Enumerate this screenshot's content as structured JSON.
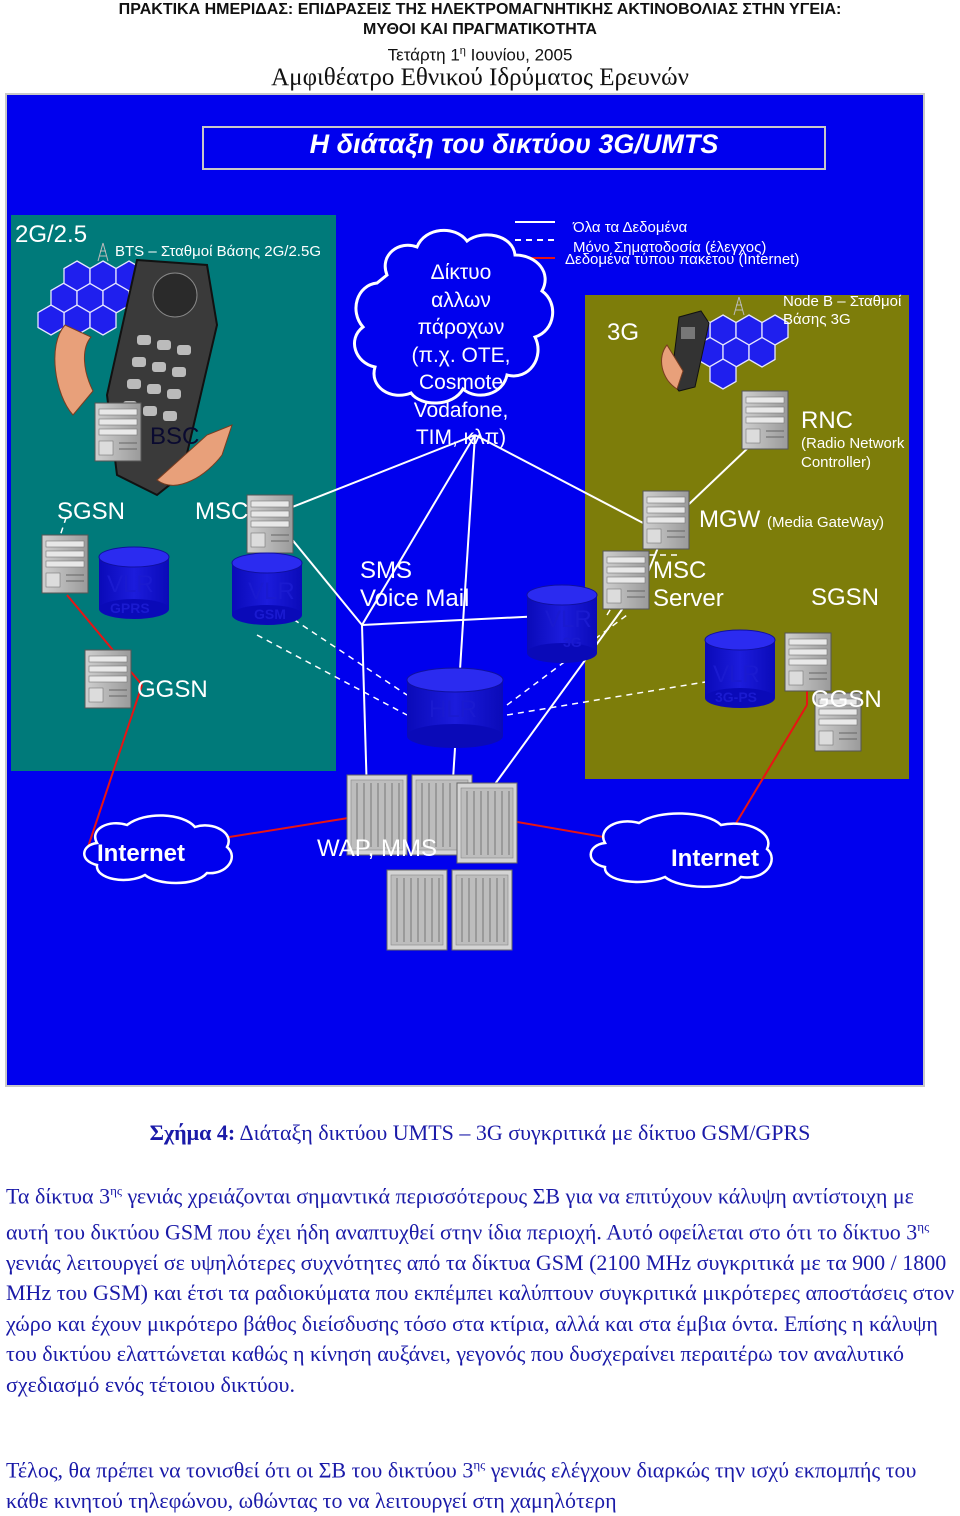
{
  "header": {
    "line1": "ΠΡΑΚΤΙΚΑ ΗΜΕΡΙΔΑΣ: ΕΠΙΔΡΑΣΕΙΣ ΤΗΣ ΗΛΕΚΤΡΟΜΑΓΝΗΤΙΚΗΣ ΑΚΤΙΝΟΒΟΛΙΑΣ ΣΤΗΝ ΥΓΕΙΑ:",
    "line2": "ΜΥΘΟΙ ΚΑΙ ΠΡΑΓΜΑΤΙΚΟΤΗΤΑ",
    "line3_pre": "Τετάρτη 1",
    "line3_sup": "η",
    "line3_post": " Ιουνίου, 2005",
    "line4": "Αμφιθέατρο Εθνικού Ιδρύματος Ερευνών"
  },
  "diagram": {
    "title": "Η διάταξη του δικτύου 3G/UMTS",
    "legend": {
      "all_data": "Όλα τα Δεδομένα",
      "signaling": "Μόνο Σηματοδοσία (έλεγχος)",
      "packet": "Δεδομένα τύπου πακέτου (Internet)"
    },
    "region_2g": {
      "label": "2G/2.5",
      "bts": "BTS – Σταθμοί Βάσης 2G/2.5G",
      "bsc": "BSC",
      "sgsn": "SGSN",
      "msc": "MSC",
      "vlr_gprs": "VLR",
      "vlr_gprs_sub": "GPRS",
      "vlr_gsm": "VLR",
      "vlr_gsm_sub": "GSM",
      "ggsn": "GGSN"
    },
    "cloud_lines": [
      "Δίκτυο",
      "αλλων",
      "πάροχων",
      "(π.χ. ΟΤΕ,",
      "Cosmote",
      "Vodafone,",
      "TIM, κλπ)"
    ],
    "sms": "SMS",
    "voicemail": "Voice Mail",
    "hlr": "HLR",
    "vlr_3g": "VLR",
    "vlr_3g_sub": "3G",
    "region_3g": {
      "label": "3G",
      "nodeb_1": "Node B – Σταθμοί",
      "nodeb_2": "Βάσης 3G",
      "rnc": "RNC",
      "rnc_sub1": "(Radio Network",
      "rnc_sub2": "Controller)",
      "mgw": "MGW",
      "mgw_sub": "(Media GateWay)",
      "msc_server_1": "MSC",
      "msc_server_2": "Server",
      "sgsn": "SGSN",
      "vlr_ps": "VLR",
      "vlr_ps_sub": "3G-PS",
      "ggsn": "GGSN"
    },
    "internet_left": "Internet",
    "wap_mms": "WAP, MMS",
    "internet_right": "Internet",
    "colors": {
      "background": "#0000ee",
      "region_2g": "#007a7a",
      "region_3g": "#7d7d0a",
      "db": "#1414c8",
      "signal_red": "#e81414"
    }
  },
  "caption": {
    "bold": "Σχήμα 4:",
    "rest": " Διάταξη δικτύου UMTS – 3G συγκριτικά με δίκτυο GSM/GPRS"
  },
  "paragraph1": {
    "p1": "Τα δίκτυα 3",
    "s1": "ης",
    "p2": " γενιάς χρειάζονται σημαντικά περισσότερους ΣΒ για να επιτύχουν κάλυψη αντίστοιχη με αυτή του δικτύου GSM που έχει ήδη αναπτυχθεί στην ίδια περιοχή. Αυτό οφείλεται στο ότι το δίκτυο 3",
    "s2": "ης",
    "p3": " γενιάς λειτουργεί σε υψηλότερες συχνότητες από τα δίκτυα GSM (2100 MHz συγκριτικά με τα 900 / 1800 MHz του GSM) και έτσι τα ραδιοκύματα που εκπέμπει καλύπτουν συγκριτικά μικρότερες αποστάσεις στον χώρο και έχουν μικρότερο βάθος διείσδυσης τόσο στα κτίρια, αλλά και στα έμβια όντα. Επίσης η κάλυψη του δικτύου ελαττώνεται καθώς η κίνηση αυξάνει, γεγονός που δυσχεραίνει περαιτέρω τον αναλυτικό σχεδιασμό ενός τέτοιου δικτύου."
  },
  "paragraph2": {
    "p1": "Τέλος, θα πρέπει να τονισθεί ότι οι ΣΒ του δικτύου 3",
    "s1": "ης",
    "p2": " γενιάς ελέγχουν διαρκώς την ισχύ εκπομπής του κάθε κινητού τηλεφώνου, ωθώντας το να λειτουργεί στη χαμηλότερη"
  }
}
